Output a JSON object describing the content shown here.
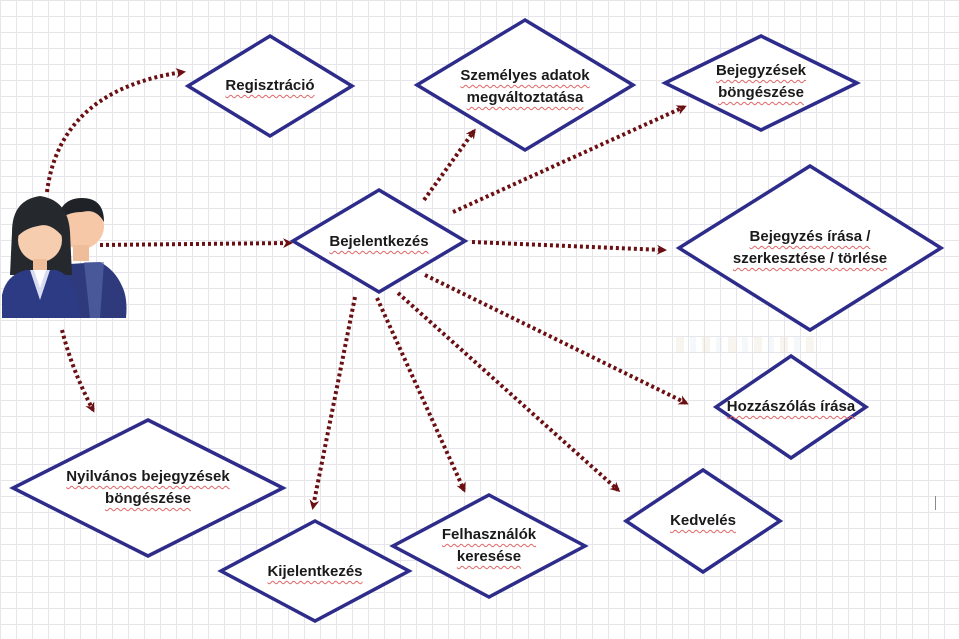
{
  "colors": {
    "node_border": "#2e2c8a",
    "arrow": "#6b0f12",
    "text": "#1a1a1a",
    "spell_underline": "#e06666"
  },
  "actor": {
    "icon": "users-icon"
  },
  "nodes": {
    "regisztracio": [
      "Regisztráció"
    ],
    "szemelyes": [
      "Személyes adatok",
      "megváltoztatása"
    ],
    "bejegyzesek_bongeszese": [
      "Bejegyzések",
      "böngészése"
    ],
    "bejelentkezes": [
      "Bejelentkezés"
    ],
    "bejegyzes_irasa": [
      "Bejegyzés írása /",
      "szerkesztése / törlése"
    ],
    "hozzaszolas": [
      "Hozzászólás írása"
    ],
    "nyilvanos": [
      "Nyilvános bejegyzések",
      "böngészése"
    ],
    "kijelentkezes": [
      "Kijelentkezés"
    ],
    "felhasznalok": [
      "Felhasználók",
      "keresése"
    ],
    "kedveles": [
      "Kedvelés"
    ]
  }
}
